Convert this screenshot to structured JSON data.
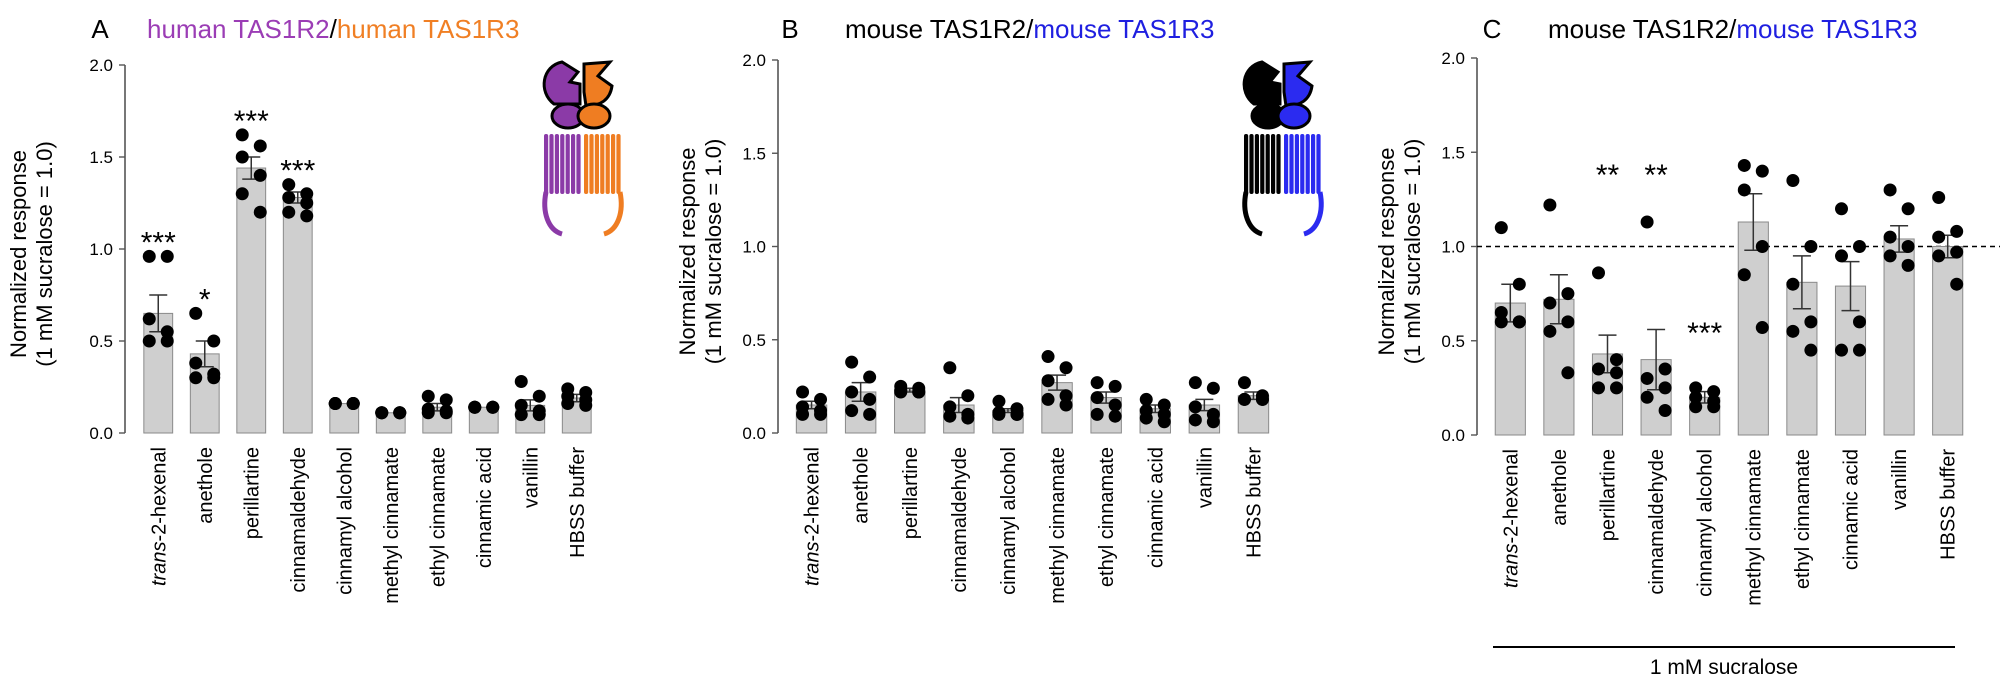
{
  "chart_data": [
    {
      "panel": "A",
      "type": "bar",
      "title": [
        {
          "text": "human TAS1R2",
          "color": "#9b3db5"
        },
        {
          "text": "/",
          "color": "#000000"
        },
        {
          "text": "human TAS1R3",
          "color": "#f07f24"
        }
      ],
      "ylabel": [
        "Normalized  response",
        "(1 mM  sucralose = 1.0)"
      ],
      "ylim": [
        0,
        2.0
      ],
      "yticks": [
        "0.0",
        "0.5",
        "1.0",
        "1.5",
        "2.0"
      ],
      "categories": [
        "2-hexenal",
        "anethole",
        "perillartine",
        "cinnamaldehyde",
        "cinnamyl alcohol",
        "methyl cinnamate",
        "ethyl cinnamate",
        "cinnamic acid",
        "vanillin",
        "HBSS buffer"
      ],
      "category_prefix_italic": "trans",
      "values": [
        0.65,
        0.43,
        1.44,
        1.28,
        0.16,
        0.11,
        0.14,
        0.14,
        0.15,
        0.19
      ],
      "errors": [
        0.1,
        0.07,
        0.06,
        0.03,
        0.0,
        0.0,
        0.02,
        0.0,
        0.03,
        0.02
      ],
      "points": [
        [
          0.96,
          0.96,
          0.62,
          0.55,
          0.5,
          0.5
        ],
        [
          0.65,
          0.5,
          0.38,
          0.32,
          0.3,
          0.3
        ],
        [
          1.62,
          1.56,
          1.5,
          1.4,
          1.3,
          1.2
        ],
        [
          1.35,
          1.3,
          1.28,
          1.25,
          1.2,
          1.18
        ],
        [
          0.16,
          0.16,
          0.16,
          0.16,
          0.16,
          0.16
        ],
        [
          0.11,
          0.11,
          0.11,
          0.11,
          0.11,
          0.11
        ],
        [
          0.2,
          0.18,
          0.13,
          0.12,
          0.11,
          0.11
        ],
        [
          0.14,
          0.14,
          0.14,
          0.14,
          0.14,
          0.14
        ],
        [
          0.28,
          0.2,
          0.15,
          0.12,
          0.1,
          0.1
        ],
        [
          0.24,
          0.22,
          0.2,
          0.18,
          0.16,
          0.15
        ]
      ],
      "significance": [
        "***",
        "*",
        "***",
        "***",
        "",
        "",
        "",
        "",
        "",
        ""
      ],
      "receptor_colors": [
        "#8b3aa7",
        "#ef7d22"
      ],
      "bar_color": "#cfcfcf"
    },
    {
      "panel": "B",
      "type": "bar",
      "title": [
        {
          "text": "mouse TAS1R2",
          "color": "#000000"
        },
        {
          "text": "/",
          "color": "#000000"
        },
        {
          "text": "mouse TAS1R3",
          "color": "#1f1fe0"
        }
      ],
      "ylabel": [
        "Normalized  response",
        "(1 mM  sucralose = 1.0)"
      ],
      "ylim": [
        0,
        2.0
      ],
      "yticks": [
        "0.0",
        "0.5",
        "1.0",
        "1.5",
        "2.0"
      ],
      "categories": [
        "2-hexenal",
        "anethole",
        "perillartine",
        "cinnamaldehyde",
        "cinnamyl alcohol",
        "methyl cinnamate",
        "ethyl cinnamate",
        "cinnamic acid",
        "vanillin",
        "HBSS buffer"
      ],
      "category_prefix_italic": "trans",
      "values": [
        0.15,
        0.22,
        0.23,
        0.15,
        0.12,
        0.27,
        0.19,
        0.13,
        0.15,
        0.2
      ],
      "errors": [
        0.02,
        0.05,
        0.01,
        0.04,
        0.01,
        0.04,
        0.03,
        0.02,
        0.03,
        0.02
      ],
      "points": [
        [
          0.22,
          0.18,
          0.14,
          0.12,
          0.1,
          0.1
        ],
        [
          0.38,
          0.3,
          0.22,
          0.18,
          0.12,
          0.1
        ],
        [
          0.25,
          0.24,
          0.23,
          0.22,
          0.22,
          0.22
        ],
        [
          0.35,
          0.2,
          0.14,
          0.1,
          0.09,
          0.08
        ],
        [
          0.17,
          0.13,
          0.11,
          0.1,
          0.1,
          0.1
        ],
        [
          0.41,
          0.35,
          0.28,
          0.2,
          0.18,
          0.15
        ],
        [
          0.27,
          0.25,
          0.19,
          0.15,
          0.1,
          0.09
        ],
        [
          0.18,
          0.15,
          0.12,
          0.1,
          0.08,
          0.06
        ],
        [
          0.27,
          0.24,
          0.14,
          0.1,
          0.07,
          0.06
        ],
        [
          0.27,
          0.2,
          0.18,
          0.18,
          0.18,
          0.18
        ]
      ],
      "significance": [
        "",
        "",
        "",
        "",
        "",
        "",
        "",
        "",
        "",
        ""
      ],
      "receptor_colors": [
        "#000000",
        "#2b2bf0"
      ],
      "bar_color": "#cfcfcf"
    },
    {
      "panel": "C",
      "type": "bar",
      "title": [
        {
          "text": "mouse TAS1R2",
          "color": "#000000"
        },
        {
          "text": "/",
          "color": "#000000"
        },
        {
          "text": "mouse TAS1R3",
          "color": "#1f1fe0"
        }
      ],
      "ylabel": [
        "Normalized  response",
        "(1 mM  sucralose = 1.0)"
      ],
      "ylim": [
        0,
        2.0
      ],
      "yticks": [
        "0.0",
        "0.5",
        "1.0",
        "1.5",
        "2.0"
      ],
      "reference_line": 1.0,
      "group_label": "1 mM  sucralose",
      "categories": [
        "2-hexenal",
        "anethole",
        "perillartine",
        "cinnamaldehyde",
        "cinnamyl alcohol",
        "methyl cinnamate",
        "ethyl cinnamate",
        "cinnamic acid",
        "vanillin",
        "HBSS buffer"
      ],
      "category_prefix_italic": "trans",
      "values": [
        0.7,
        0.72,
        0.43,
        0.4,
        0.2,
        1.13,
        0.81,
        0.79,
        1.04,
        1.0
      ],
      "errors": [
        0.1,
        0.13,
        0.1,
        0.16,
        0.03,
        0.15,
        0.14,
        0.13,
        0.07,
        0.06
      ],
      "points": [
        [
          1.1,
          0.8,
          0.65,
          0.6,
          0.6,
          0.6
        ],
        [
          1.22,
          0.75,
          0.7,
          0.6,
          0.55,
          0.33
        ],
        [
          0.86,
          0.4,
          0.35,
          0.33,
          0.25,
          0.25
        ],
        [
          1.13,
          0.35,
          0.3,
          0.25,
          0.2,
          0.13
        ],
        [
          0.25,
          0.23,
          0.2,
          0.18,
          0.15,
          0.15
        ],
        [
          1.43,
          1.4,
          1.3,
          1.0,
          0.85,
          0.57
        ],
        [
          1.35,
          1.0,
          0.8,
          0.6,
          0.55,
          0.45
        ],
        [
          1.2,
          1.0,
          0.95,
          0.6,
          0.45,
          0.45
        ],
        [
          1.3,
          1.2,
          1.05,
          1.0,
          0.95,
          0.9
        ],
        [
          1.26,
          1.08,
          1.05,
          0.97,
          0.95,
          0.8
        ]
      ],
      "significance": [
        "",
        "",
        "**",
        "**",
        "***",
        "",
        "",
        "",
        "",
        ""
      ],
      "receptor_colors": [
        "#000000",
        "#2b2bf0"
      ],
      "bar_color": "#cfcfcf"
    }
  ]
}
